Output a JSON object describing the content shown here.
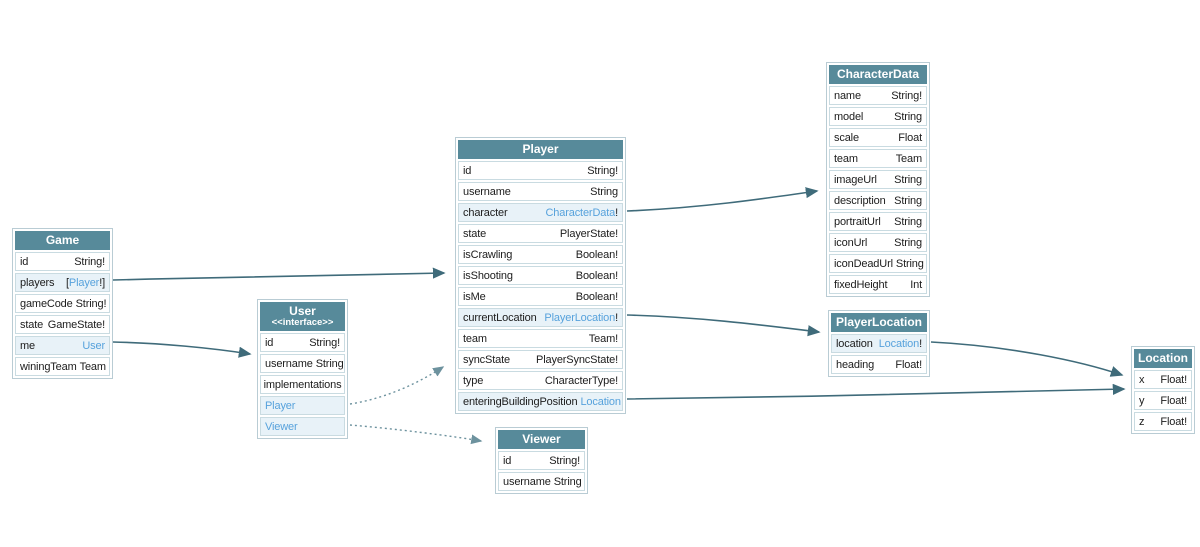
{
  "diagram": {
    "kind": "graphql-schema",
    "colors": {
      "header_bg": "#578a9a",
      "header_text": "#ffffff",
      "link_text": "#57a2dc",
      "solid_edge": "#3f6b7a",
      "dotted_edge": "#6d929e",
      "row_highlight_bg": "#e8f2f8",
      "node_border": "#b9ccd4",
      "row_border": "#c9dbe1",
      "field_text": "#1c1c1c",
      "background": "#ffffff"
    },
    "tables": {
      "game": {
        "title": "Game",
        "fields": [
          {
            "name": "id",
            "type": "String!"
          },
          {
            "name": "players",
            "type": "[Player!]",
            "link": "Player"
          },
          {
            "name": "gameCode",
            "type": "String!"
          },
          {
            "name": "state",
            "type": "GameState!"
          },
          {
            "name": "me",
            "type": "User",
            "link": "User"
          },
          {
            "name": "winingTeam",
            "type": "Team"
          }
        ]
      },
      "user": {
        "title": "User",
        "subtitle": "<<interface>>",
        "fields": [
          {
            "name": "id",
            "type": "String!"
          },
          {
            "name": "username",
            "type": "String"
          },
          {
            "section": "implementations"
          },
          {
            "impl": "Player"
          },
          {
            "impl": "Viewer"
          }
        ]
      },
      "player": {
        "title": "Player",
        "fields": [
          {
            "name": "id",
            "type": "String!"
          },
          {
            "name": "username",
            "type": "String"
          },
          {
            "name": "character",
            "type": "CharacterData!",
            "link": "CharacterData"
          },
          {
            "name": "state",
            "type": "PlayerState!"
          },
          {
            "name": "isCrawling",
            "type": "Boolean!"
          },
          {
            "name": "isShooting",
            "type": "Boolean!"
          },
          {
            "name": "isMe",
            "type": "Boolean!"
          },
          {
            "name": "currentLocation",
            "type": "PlayerLocation!",
            "link": "PlayerLocation"
          },
          {
            "name": "team",
            "type": "Team!"
          },
          {
            "name": "syncState",
            "type": "PlayerSyncState!"
          },
          {
            "name": "type",
            "type": "CharacterType!"
          },
          {
            "name": "enteringBuildingPosition",
            "type": "Location",
            "link": "Location"
          }
        ]
      },
      "viewer": {
        "title": "Viewer",
        "fields": [
          {
            "name": "id",
            "type": "String!"
          },
          {
            "name": "username",
            "type": "String"
          }
        ]
      },
      "characterData": {
        "title": "CharacterData",
        "fields": [
          {
            "name": "name",
            "type": "String!"
          },
          {
            "name": "model",
            "type": "String"
          },
          {
            "name": "scale",
            "type": "Float"
          },
          {
            "name": "team",
            "type": "Team"
          },
          {
            "name": "imageUrl",
            "type": "String"
          },
          {
            "name": "description",
            "type": "String"
          },
          {
            "name": "portraitUrl",
            "type": "String"
          },
          {
            "name": "iconUrl",
            "type": "String"
          },
          {
            "name": "iconDeadUrl",
            "type": "String"
          },
          {
            "name": "fixedHeight",
            "type": "Int"
          }
        ]
      },
      "playerLocation": {
        "title": "PlayerLocation",
        "fields": [
          {
            "name": "location",
            "type": "Location!",
            "link": "Location"
          },
          {
            "name": "heading",
            "type": "Float!"
          }
        ]
      },
      "location": {
        "title": "Location",
        "fields": [
          {
            "name": "x",
            "type": "Float!"
          },
          {
            "name": "y",
            "type": "Float!"
          },
          {
            "name": "z",
            "type": "Float!"
          }
        ]
      }
    },
    "edges": [
      {
        "from": "Game.players",
        "to": "Player",
        "style": "solid"
      },
      {
        "from": "Game.me",
        "to": "User",
        "style": "solid"
      },
      {
        "from": "Player.character",
        "to": "CharacterData",
        "style": "solid"
      },
      {
        "from": "Player.currentLocation",
        "to": "PlayerLocation",
        "style": "solid"
      },
      {
        "from": "Player.enteringBuildingPosition",
        "to": "Location",
        "style": "solid"
      },
      {
        "from": "PlayerLocation.location",
        "to": "Location",
        "style": "solid"
      },
      {
        "from": "User",
        "to": "Player",
        "style": "dotted"
      },
      {
        "from": "User",
        "to": "Viewer",
        "style": "dotted"
      }
    ]
  }
}
